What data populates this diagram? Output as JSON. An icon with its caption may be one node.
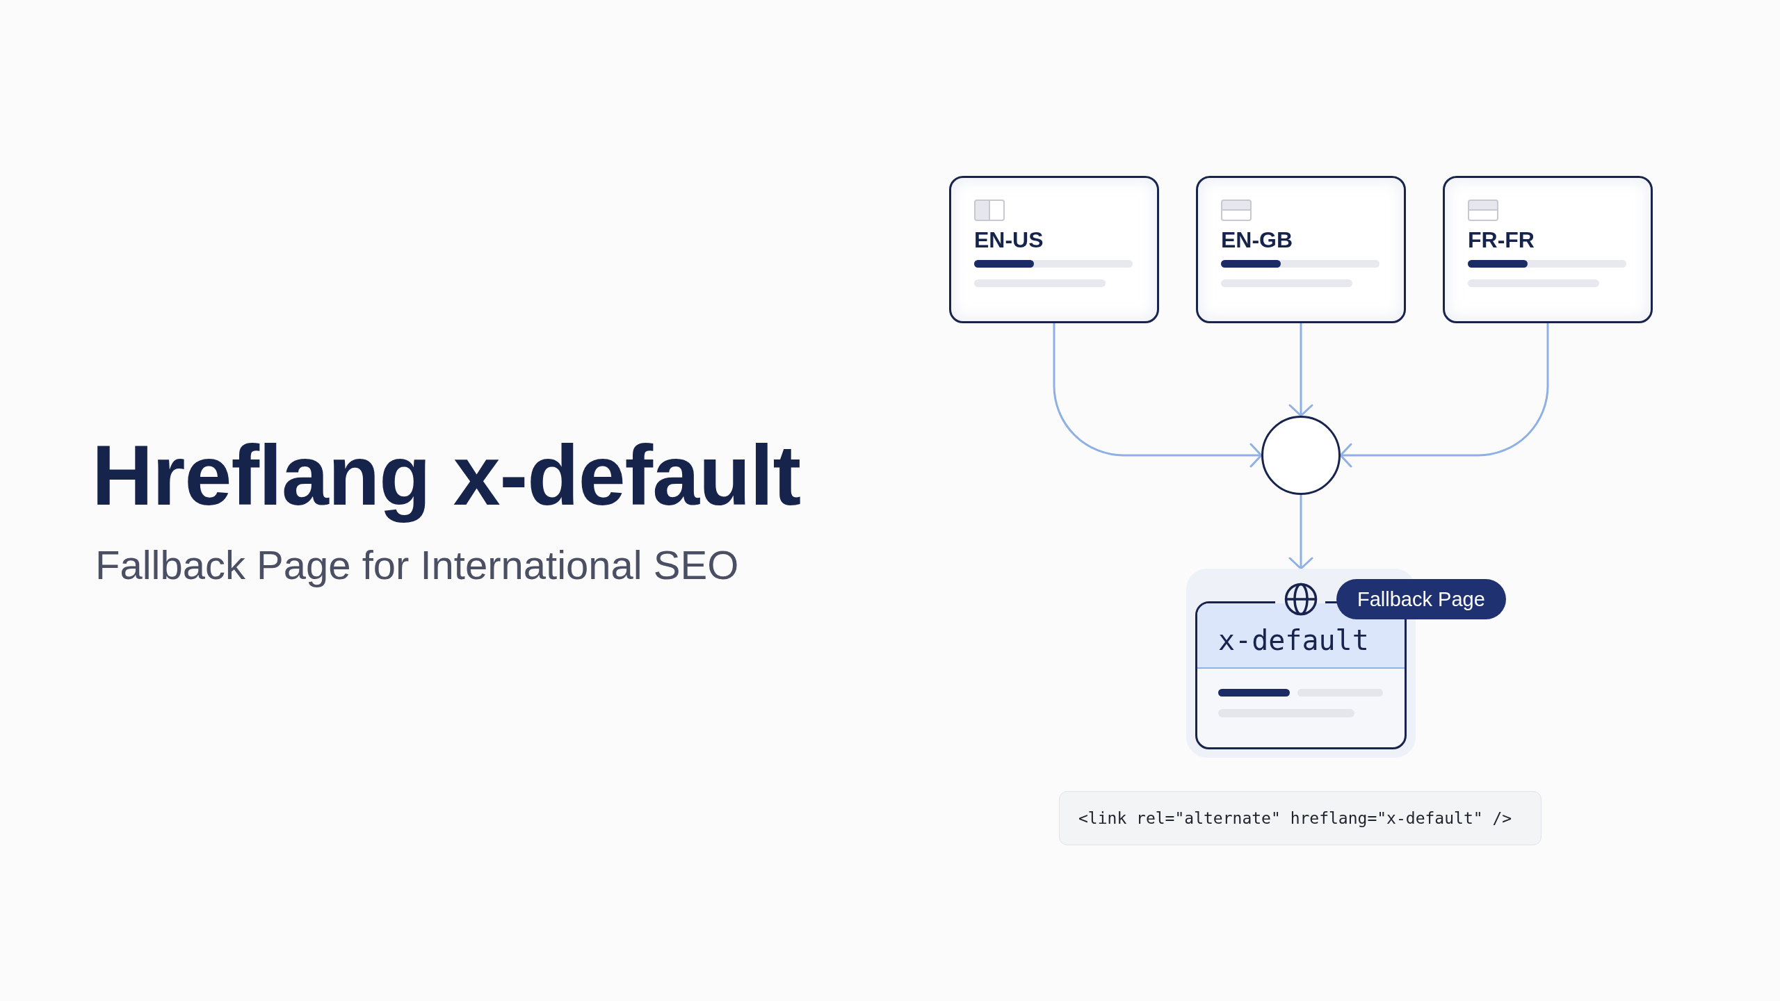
{
  "diagram": {
    "title": "Hreflang x-default",
    "nodes": [
      {
        "text": [
          "EN-US"
        ]
      },
      {
        "text": [
          "EN-GB"
        ]
      },
      {
        "text": [
          "FR-FR"
        ]
      },
      {
        "text": [],
        "shape": "circle"
      },
      {
        "text": [
          "x-default"
        ]
      },
      {
        "text": [
          "Fallback Page"
        ]
      },
      {
        "text": [
          "<link rel=\"alternate\" hreflang=\"x-default\" />"
        ]
      }
    ],
    "edges": [
      {
        "from": 0,
        "to": 3,
        "arrow": "to"
      },
      {
        "from": 1,
        "to": 3,
        "arrow": "to"
      },
      {
        "from": 2,
        "to": 3,
        "arrow": "to"
      },
      {
        "from": 3,
        "to": 4,
        "arrow": "to"
      }
    ],
    "labels": [
      "Fallback Page for International SEO"
    ]
  }
}
